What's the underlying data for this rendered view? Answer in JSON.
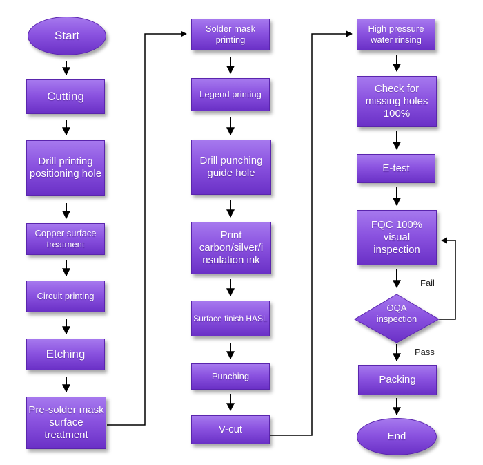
{
  "nodes": {
    "start": "Start",
    "cutting": "Cutting",
    "drill_printing": "Drill printing positioning hole",
    "copper_surface": "Copper surface treatment",
    "circuit_printing": "Circuit printing",
    "etching": "Etching",
    "pre_solder": "Pre-solder mask surface treatment",
    "solder_mask": "Solder mask printing",
    "legend_printing": "Legend printing",
    "drill_punching": "Drill punching guide hole",
    "print_ink": "Print carbon/silver/i nsulation ink",
    "surface_finish": "Surface finish HASL",
    "punching": "Punching",
    "vcut": "V-cut",
    "rinsing": "High pressure water rinsing",
    "check_holes": "Check for missing holes 100%",
    "etest": "E-test",
    "fqc": "FQC 100% visual inspection",
    "oqa": "OQA inspection",
    "packing": "Packing",
    "end": "End"
  },
  "edge_labels": {
    "fail": "Fail",
    "pass": "Pass"
  },
  "colors": {
    "node_top": "#a679ee",
    "node_bottom": "#6a30c6",
    "arrow": "#000000"
  }
}
